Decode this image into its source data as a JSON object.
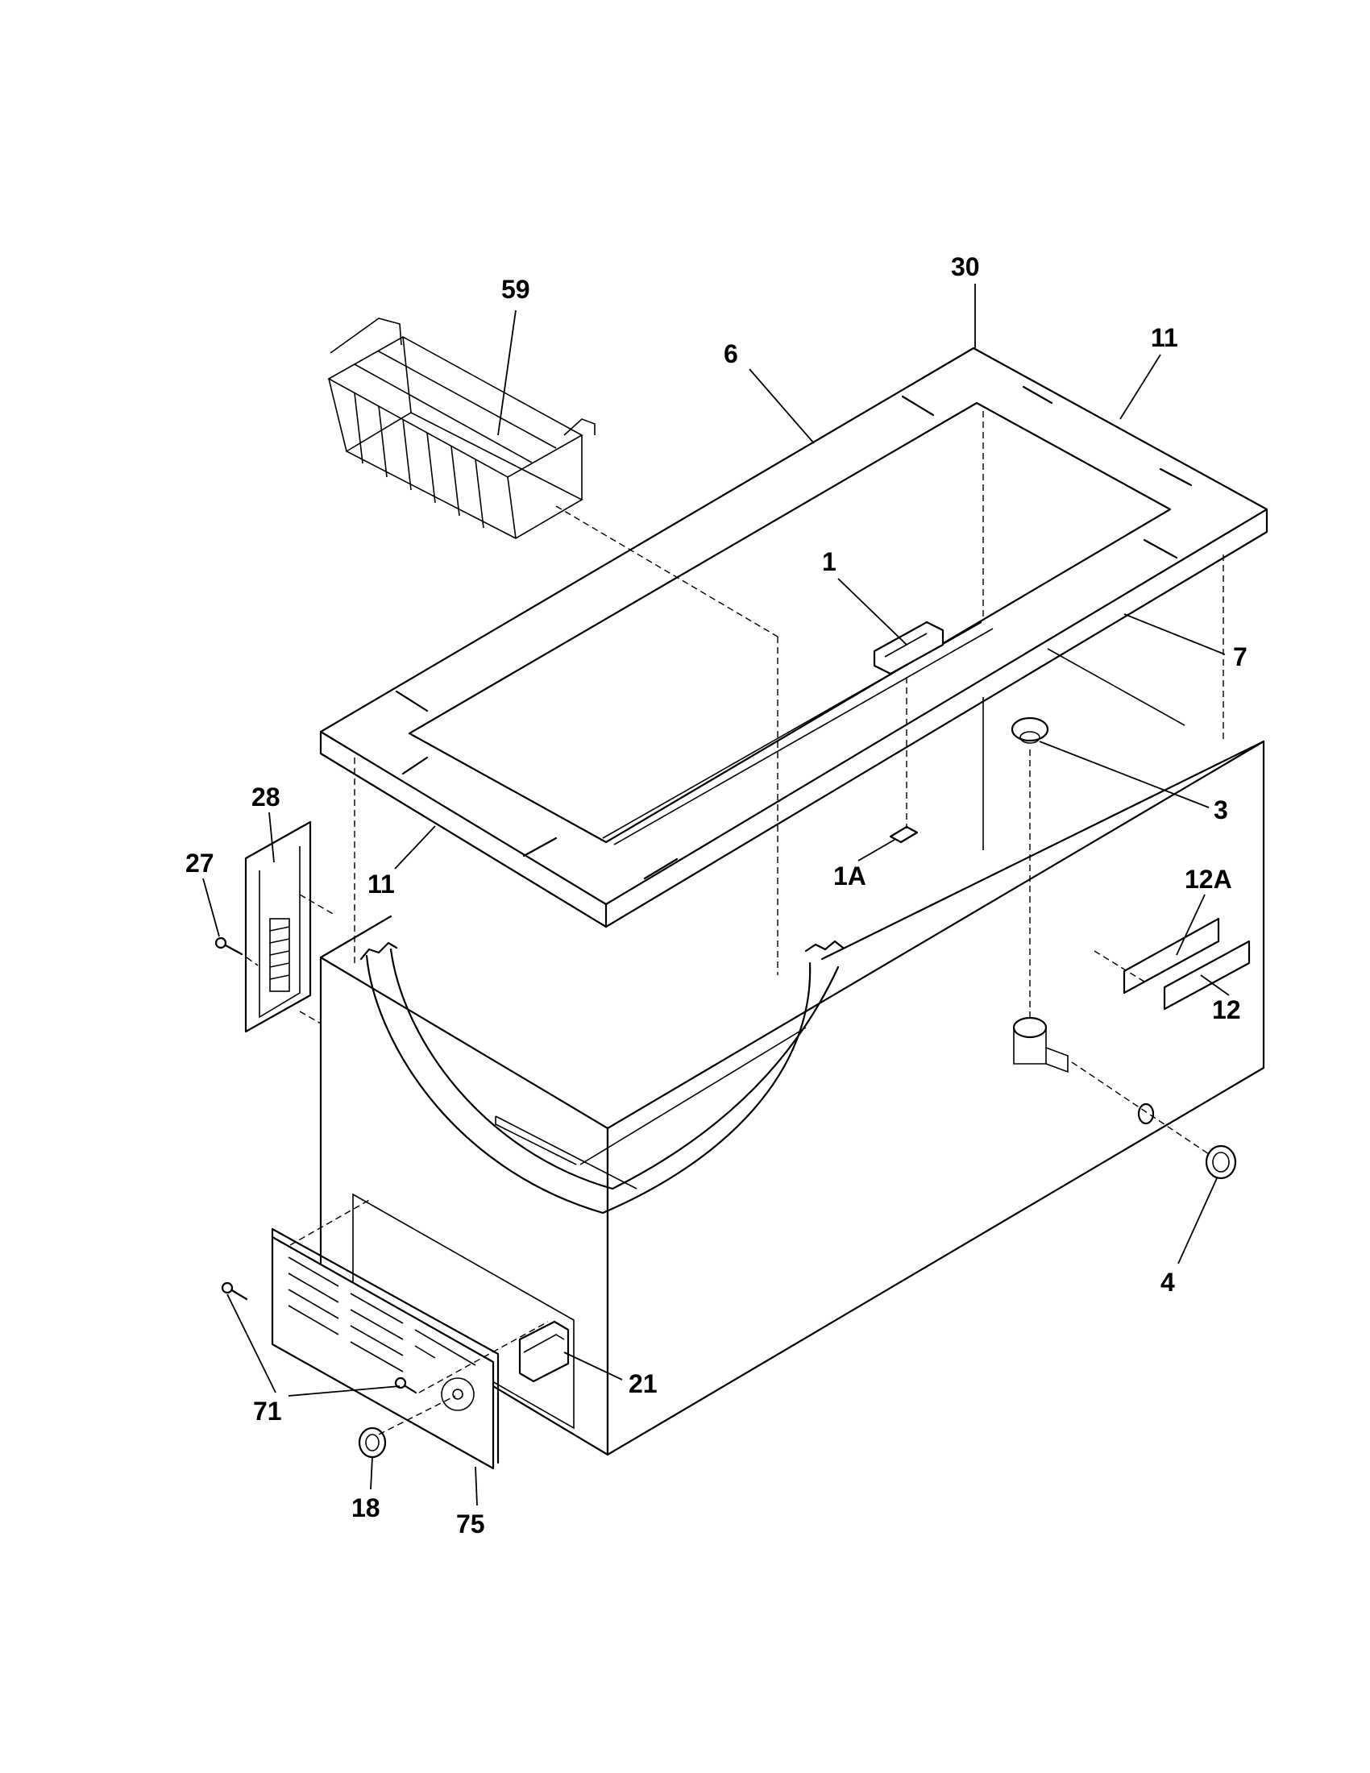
{
  "callouts": {
    "c59": "59",
    "c30": "30",
    "c11_top": "11",
    "c6": "6",
    "c1": "1",
    "c7": "7",
    "c3": "3",
    "c28": "28",
    "c27": "27",
    "c11_left": "11",
    "c1A": "1A",
    "c12A": "12A",
    "c12": "12",
    "c4": "4",
    "c21": "21",
    "c71": "71",
    "c18": "18",
    "c75": "75"
  }
}
